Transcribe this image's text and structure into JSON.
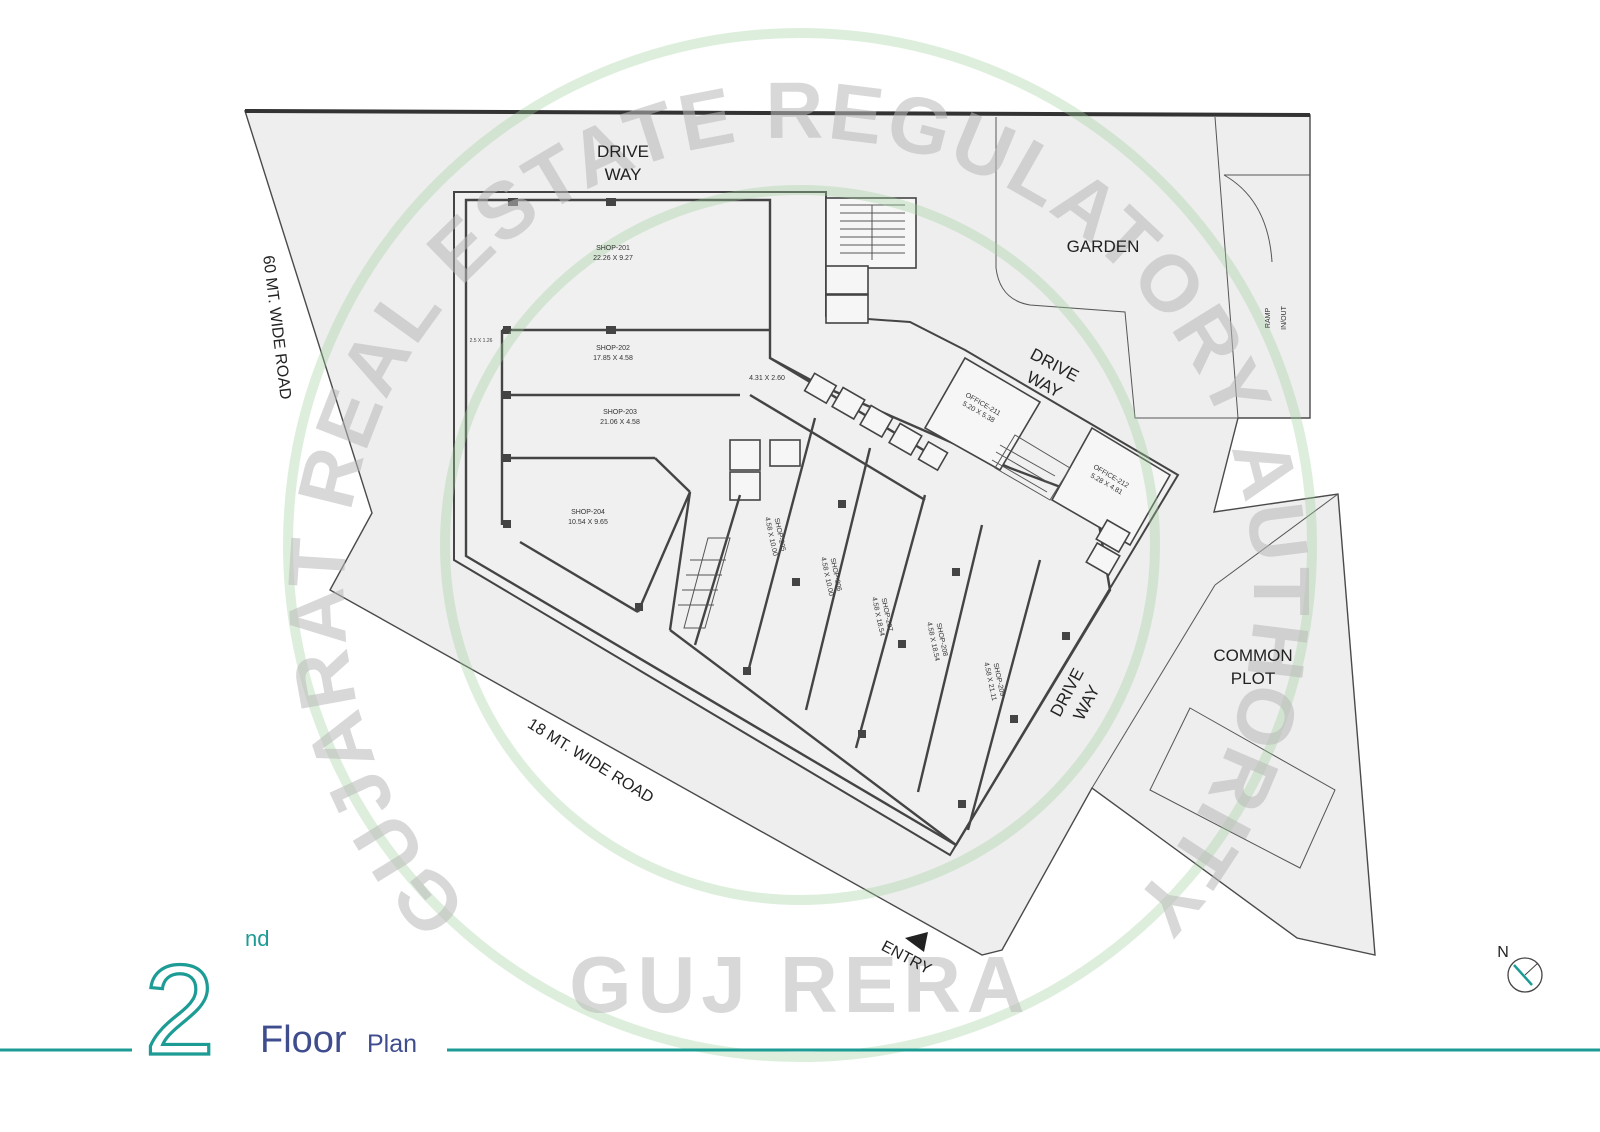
{
  "watermark": {
    "arc_top": "GUJARAT REAL ESTATE REGULATORY AUTHORITY",
    "bottom": "GUJ RERA"
  },
  "labels": {
    "drive_way_top": [
      "DRIVE",
      "WAY"
    ],
    "garden": "GARDEN",
    "drive_way_mid": [
      "DRIVE",
      "WAY"
    ],
    "ramp": [
      "RAMP",
      "IN/OUT"
    ],
    "road_left": "60 MT. WIDE ROAD",
    "road_bottom": "18 MT. WIDE ROAD",
    "common_plot": [
      "COMMON",
      "PLOT"
    ],
    "drive_way_right": [
      "DRIVE",
      "WAY"
    ],
    "entry": "ENTRY",
    "north": "N"
  },
  "rooms": [
    {
      "name": "SHOP-201",
      "size": "22.26 X 9.27"
    },
    {
      "name": "SHOP-202",
      "size": "17.85 X 4.58"
    },
    {
      "name": "SHOP-203",
      "size": "21.06 X 4.58"
    },
    {
      "name": "SHOP-204",
      "size": "10.54 X 9.65"
    },
    {
      "name": "SHOP-205",
      "size": "4.58 X 10.00"
    },
    {
      "name": "SHOP-206",
      "size": "4.58 X 10.00"
    },
    {
      "name": "SHOP-207",
      "size": "4.58 X 18.54"
    },
    {
      "name": "SHOP-208",
      "size": "4.58 X 18.54"
    },
    {
      "name": "SHOP-209",
      "size": "4.58 X 21.11"
    },
    {
      "name": "OFFICE-211",
      "size": "5.20 X 5.38"
    },
    {
      "name": "OFFICE-212",
      "size": "5.28 X 4.81"
    }
  ],
  "small_labels": {
    "lobby": "4.31 X 2.60",
    "side": "2.5 X 1.26"
  },
  "title": {
    "number": "2",
    "suffix": "nd",
    "main": "Floor",
    "sub": "Plan"
  },
  "colors": {
    "accent": "#1c9c94",
    "title_text": "#3f4d8f",
    "site_fill": "#eeeeee"
  }
}
